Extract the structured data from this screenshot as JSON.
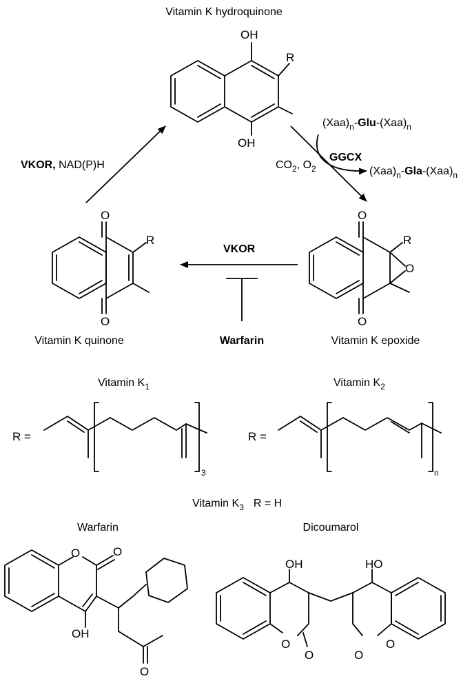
{
  "labels": {
    "hydroquinone": "Vitamin K hydroquinone",
    "quinone": "Vitamin K quinone",
    "epoxide": "Vitamin K epoxide",
    "k1": "Vitamin K",
    "k1_sub": "1",
    "k2": "Vitamin K",
    "k2_sub": "2",
    "k3": "Vitamin K",
    "k3_sub": "3",
    "k3_rest": "R = H",
    "warfarin_struct": "Warfarin",
    "dicoumarol": "Dicoumarol"
  },
  "reaction": {
    "vkor_bold": "VKOR,",
    "vkor_rest": " NAD(P)H",
    "ggcx": "GGCX",
    "co2": "CO",
    "co2_sub": "2",
    "o2_sep": ", O",
    "o2_sub": "2",
    "glu_pre": "(Xaa)",
    "glu_n1": "n",
    "glu_mid": "-Glu-",
    "glu_mid_bold": "Glu",
    "glu_post": "(Xaa)",
    "glu_n2": "n",
    "gla_pre": "(Xaa)",
    "gla_n1": "n",
    "gla_mid_bold": "Gla",
    "gla_post": "(Xaa)",
    "gla_n2": "n",
    "vkor2": "VKOR",
    "warfarin_inhibitor": "Warfarin"
  },
  "atoms": {
    "oh": "OH",
    "o": "O",
    "r": "R",
    "r_eq": "R =",
    "ho": "HO",
    "sub3": "3",
    "subn": "n"
  }
}
